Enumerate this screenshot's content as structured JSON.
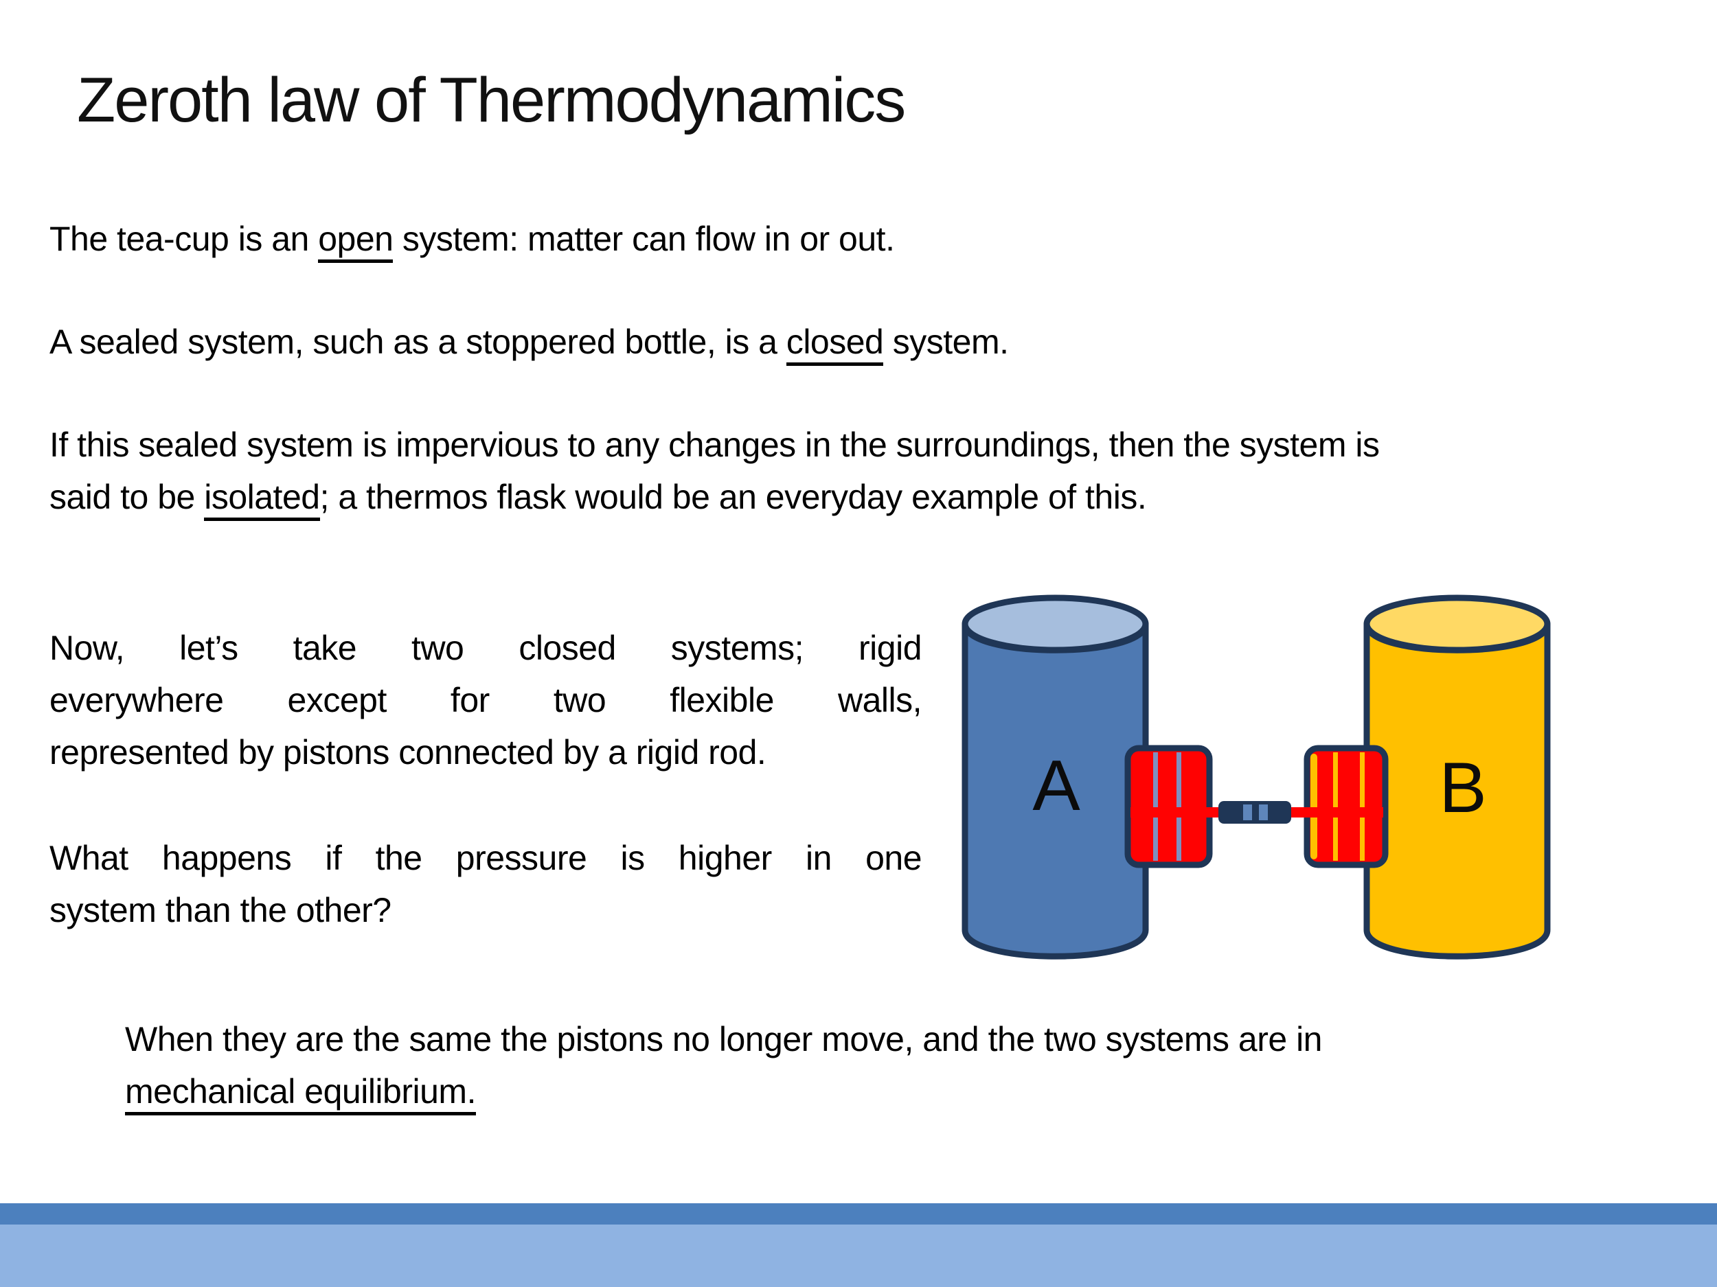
{
  "slide": {
    "title": "Zeroth law of Thermodynamics",
    "p1": {
      "pre": "The tea-cup is an ",
      "u": "open",
      "post": " system: matter can flow in or out."
    },
    "p2": {
      "pre": "A sealed system, such as a stoppered bottle, is a ",
      "u": "closed",
      "post": " system."
    },
    "p3": {
      "line1": "If this sealed system is impervious to any changes in the surroundings, then the system is",
      "line2_pre": "said to be ",
      "line2_u": "isolated",
      "line2_post": "; a thermos flask would be an everyday example of this."
    },
    "left_col": {
      "para1_lines": [
        "Now, let’s take two closed systems; rigid",
        "everywhere except for two flexible walls,",
        "represented by pistons connected by a rigid rod."
      ],
      "para2_lines": [
        "What happens if the pressure is higher in one",
        "system than the other?"
      ]
    },
    "bottom": {
      "line1": "When they are the same the pistons no longer move, and the two systems are in",
      "line2_u": "mechanical equilibrium."
    },
    "diagram": {
      "label_a": "A",
      "label_b": "B"
    },
    "colors": {
      "blue_body": "#4E79B2",
      "blue_top": "#A6BEDD",
      "yellow_body": "#FFC000",
      "yellow_top": "#FFD964",
      "outline_navy": "#1F3656",
      "red": "#FF0202",
      "piston_stripe_blue": "#7E90C0",
      "coupler_stripe_blue": "#5E86BB",
      "footer_dark": "#4C80BE",
      "footer_light": "#8FB3E2"
    }
  }
}
